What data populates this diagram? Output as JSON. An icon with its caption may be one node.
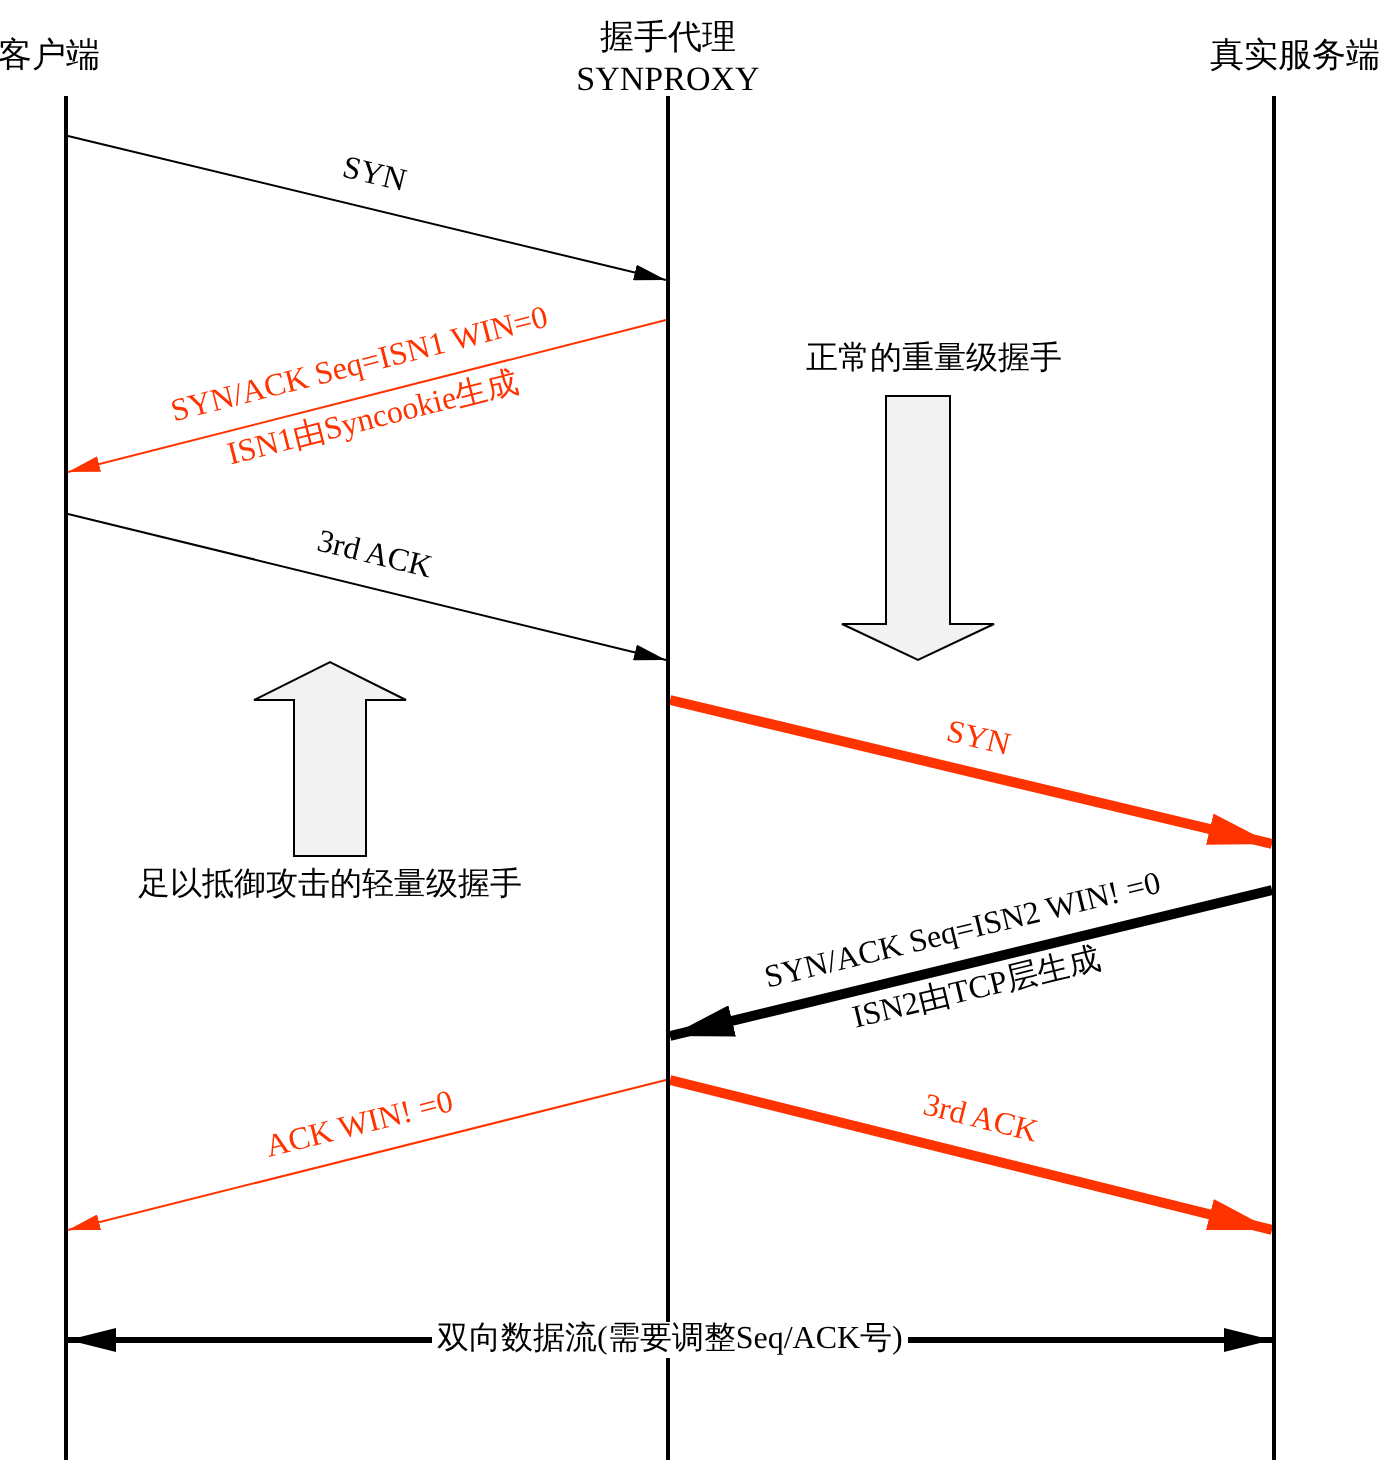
{
  "diagram": {
    "nodes": [
      {
        "text": [
          "客户端"
        ]
      },
      {
        "text": [
          "握手代理 SYNPROXY"
        ]
      },
      {
        "text": [
          "真实服务端"
        ]
      }
    ],
    "edges": [
      {
        "from": 0,
        "to": 1,
        "arrow": "to",
        "label": "SYN"
      },
      {
        "from": 1,
        "to": 0,
        "arrow": "to",
        "label": "SYN/ACK Seq=ISN1 WIN=0",
        "color": "#ff3300"
      },
      {
        "from": 0,
        "to": 1,
        "arrow": "to",
        "label": "3rd ACK"
      },
      {
        "from": 1,
        "to": 2,
        "arrow": "to",
        "label": "SYN",
        "style": "thick",
        "color": "#ff3300"
      },
      {
        "from": 2,
        "to": 1,
        "arrow": "to",
        "label": "SYN/ACK Seq=ISN2 WIN! =0",
        "style": "thick"
      },
      {
        "from": 1,
        "to": 0,
        "arrow": "to",
        "label": "ACK WIN! =0",
        "color": "#ff3300"
      },
      {
        "from": 1,
        "to": 2,
        "arrow": "to",
        "label": "3rd ACK",
        "style": "thick",
        "color": "#ff3300"
      },
      {
        "from": 0,
        "to": 2,
        "arrow": "both",
        "label": "双向数据流(需要调整Seq/ACK号)",
        "style": "thick"
      }
    ],
    "labels": [
      "ISN1由Syncookie生成",
      "正常的重量级握手",
      "ISN2由TCP层生成",
      "足以抵御攻击的轻量级握手"
    ]
  }
}
